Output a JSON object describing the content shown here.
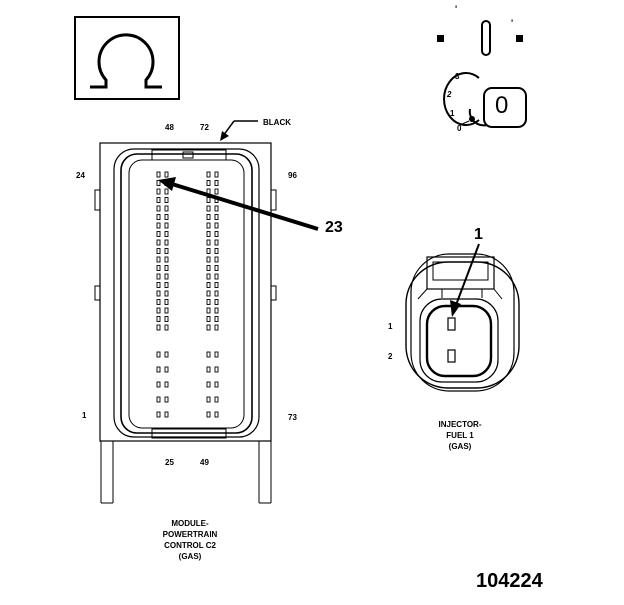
{
  "ohm_symbol": "Ω",
  "connector_c2": {
    "pin_labels": {
      "top_left": "48",
      "top_right": "72",
      "upper_left": "24",
      "upper_right": "96",
      "lower_left": "1",
      "lower_right": "73",
      "bottom_left": "25",
      "bottom_right": "49"
    },
    "color_label": "BLACK",
    "callout": "23",
    "caption": [
      "MODULE-",
      "POWERTRAIN",
      "CONTROL C2",
      "(GAS)"
    ]
  },
  "ignition_key": {
    "positions": [
      "3",
      "2",
      "1",
      "0"
    ],
    "knob_label": "0"
  },
  "injector": {
    "callout": "1",
    "pin_labels": [
      "1",
      "2"
    ],
    "caption": [
      "INJECTOR-",
      "FUEL 1",
      "(GAS)"
    ]
  },
  "figure_id": "104224"
}
